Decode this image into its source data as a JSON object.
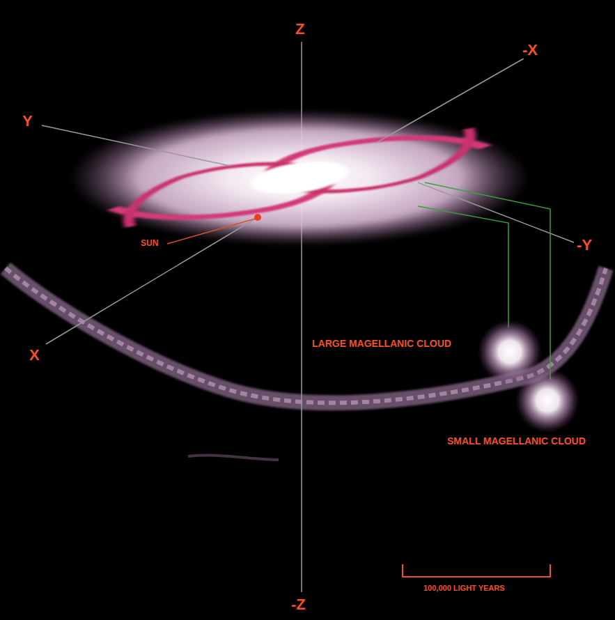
{
  "diagram": {
    "labels": [
      "Z",
      "-X",
      "Y",
      "SUN",
      "-Y",
      "X",
      "LARGE MAGELLANIC CLOUD",
      "SMALL MAGELLANIC CLOUD",
      "100,000 LIGHT YEARS",
      "-Z"
    ]
  }
}
